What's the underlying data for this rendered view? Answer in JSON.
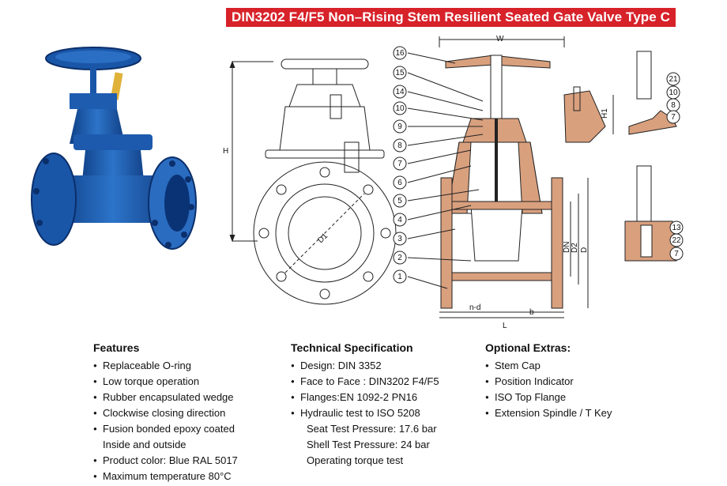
{
  "title": "DIN3202 F4/F5 Non–Rising Stem Resilient Seated Gate Valve Type C",
  "colors": {
    "banner": "#d7222a",
    "valve_blue": "#1f5fae",
    "section_fill": "#d9a07e"
  },
  "drawing": {
    "dimensions": {
      "w": "W",
      "h": "H",
      "h1": "H1",
      "d1": "D1",
      "dn": "DN",
      "d2": "D2",
      "d": "D",
      "nd": "n-d",
      "b": "b",
      "l": "L"
    },
    "callouts": [
      "16",
      "15",
      "14",
      "10",
      "9",
      "8",
      "7",
      "6",
      "5",
      "4",
      "3",
      "2",
      "1"
    ],
    "detail_callouts_top": [
      "21",
      "10",
      "8",
      "7"
    ],
    "detail_callouts_bottom": [
      "13",
      "22",
      "7"
    ]
  },
  "features": {
    "heading": "Features",
    "items": [
      "Replaceable O-ring",
      "Low torque operation",
      "Rubber encapsulated wedge",
      "Clockwise closing direction",
      "Fusion bonded epoxy coated",
      "Inside and outside",
      "Product color: Blue RAL 5017",
      "Maximum temperature 80°C"
    ]
  },
  "spec": {
    "heading": "Technical Specification",
    "items": [
      "Design: DIN 3352",
      "Face to Face : DIN3202 F4/F5",
      "Flanges:EN 1092-2 PN16",
      "Hydraulic test to ISO 5208"
    ],
    "sub_items": [
      "Seat Test Pressure: 17.6 bar",
      "Shell Test Pressure: 24 bar",
      "Operating torque test"
    ]
  },
  "extras": {
    "heading": "Optional Extras:",
    "items": [
      "Stem Cap",
      "Position Indicator",
      "ISO Top Flange",
      "Extension Spindle / T Key"
    ]
  }
}
